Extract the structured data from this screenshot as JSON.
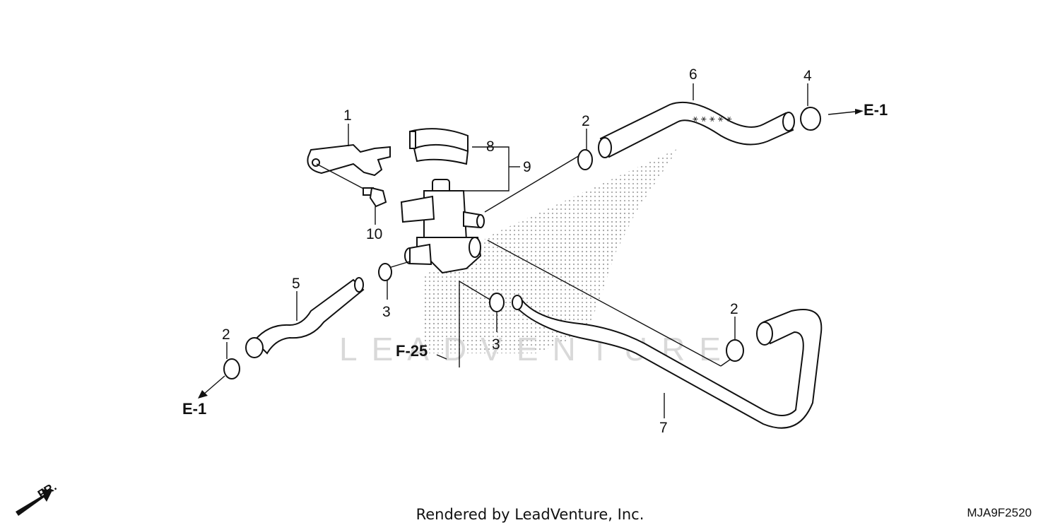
{
  "callouts": [
    "1",
    "2",
    "3",
    "4",
    "5",
    "6",
    "7",
    "8",
    "9",
    "10"
  ],
  "refs": {
    "e1": "E-1",
    "f25": "F-25",
    "fr": "FR."
  },
  "footer_text": "Rendered by LeadVenture, Inc.",
  "diagram_code": "MJA9F2520",
  "watermark": "LEADVENTURE"
}
